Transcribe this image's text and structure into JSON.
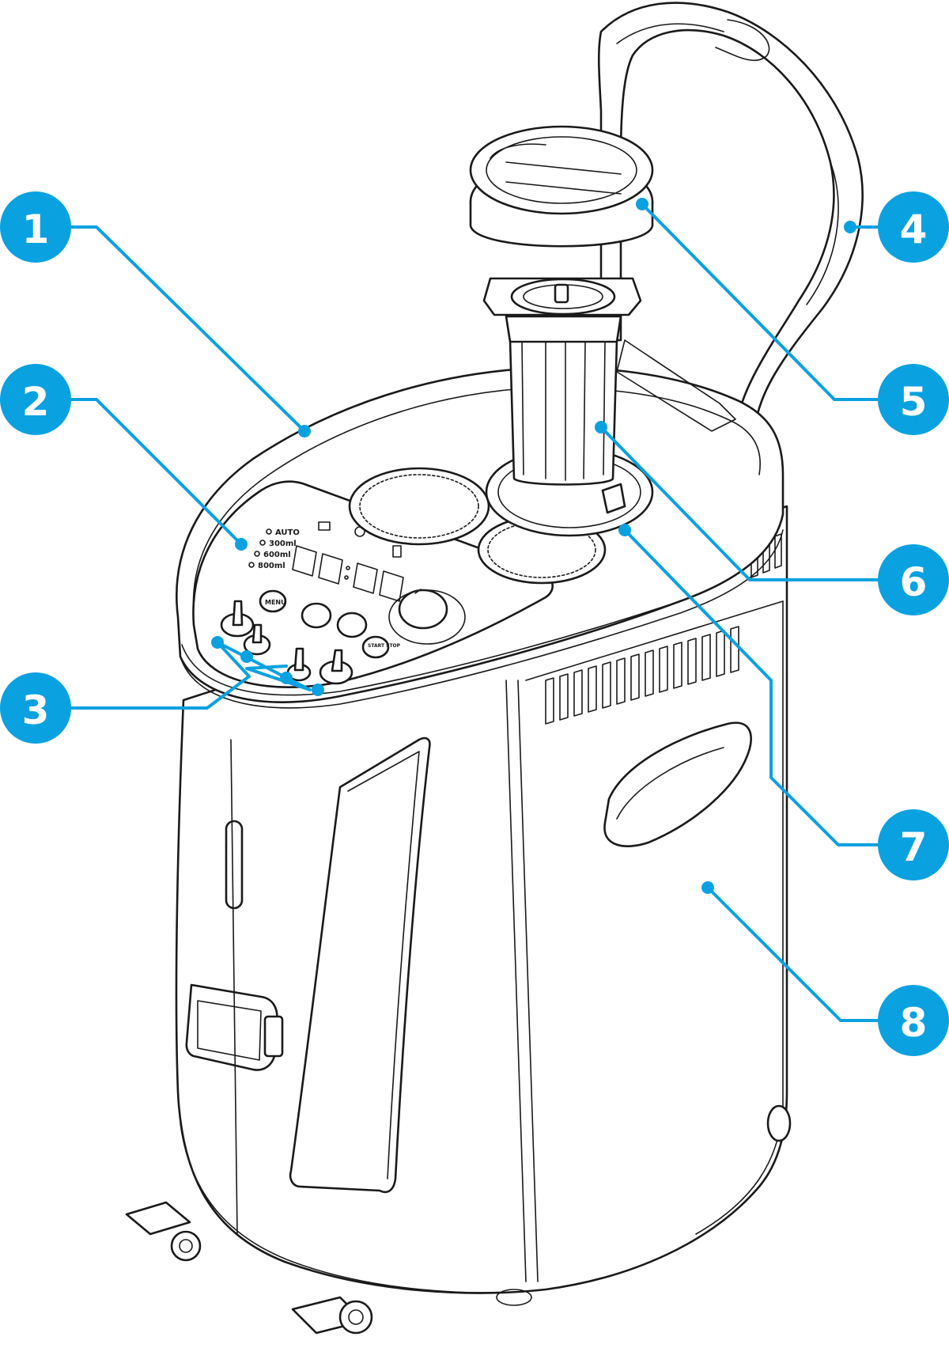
{
  "colors": {
    "accent": "#0aa1e0",
    "line": "#1a1a1a",
    "background": "#ffffff"
  },
  "callouts": [
    {
      "id": "1",
      "label": "1"
    },
    {
      "id": "2",
      "label": "2"
    },
    {
      "id": "3",
      "label": "3"
    },
    {
      "id": "4",
      "label": "4"
    },
    {
      "id": "5",
      "label": "5"
    },
    {
      "id": "6",
      "label": "6"
    },
    {
      "id": "7",
      "label": "7"
    },
    {
      "id": "8",
      "label": "8"
    }
  ],
  "control_panel": {
    "modes": [
      "AUTO",
      "300ml",
      "600ml",
      "800ml"
    ],
    "buttons": [
      "MENU",
      "START STOP"
    ]
  }
}
